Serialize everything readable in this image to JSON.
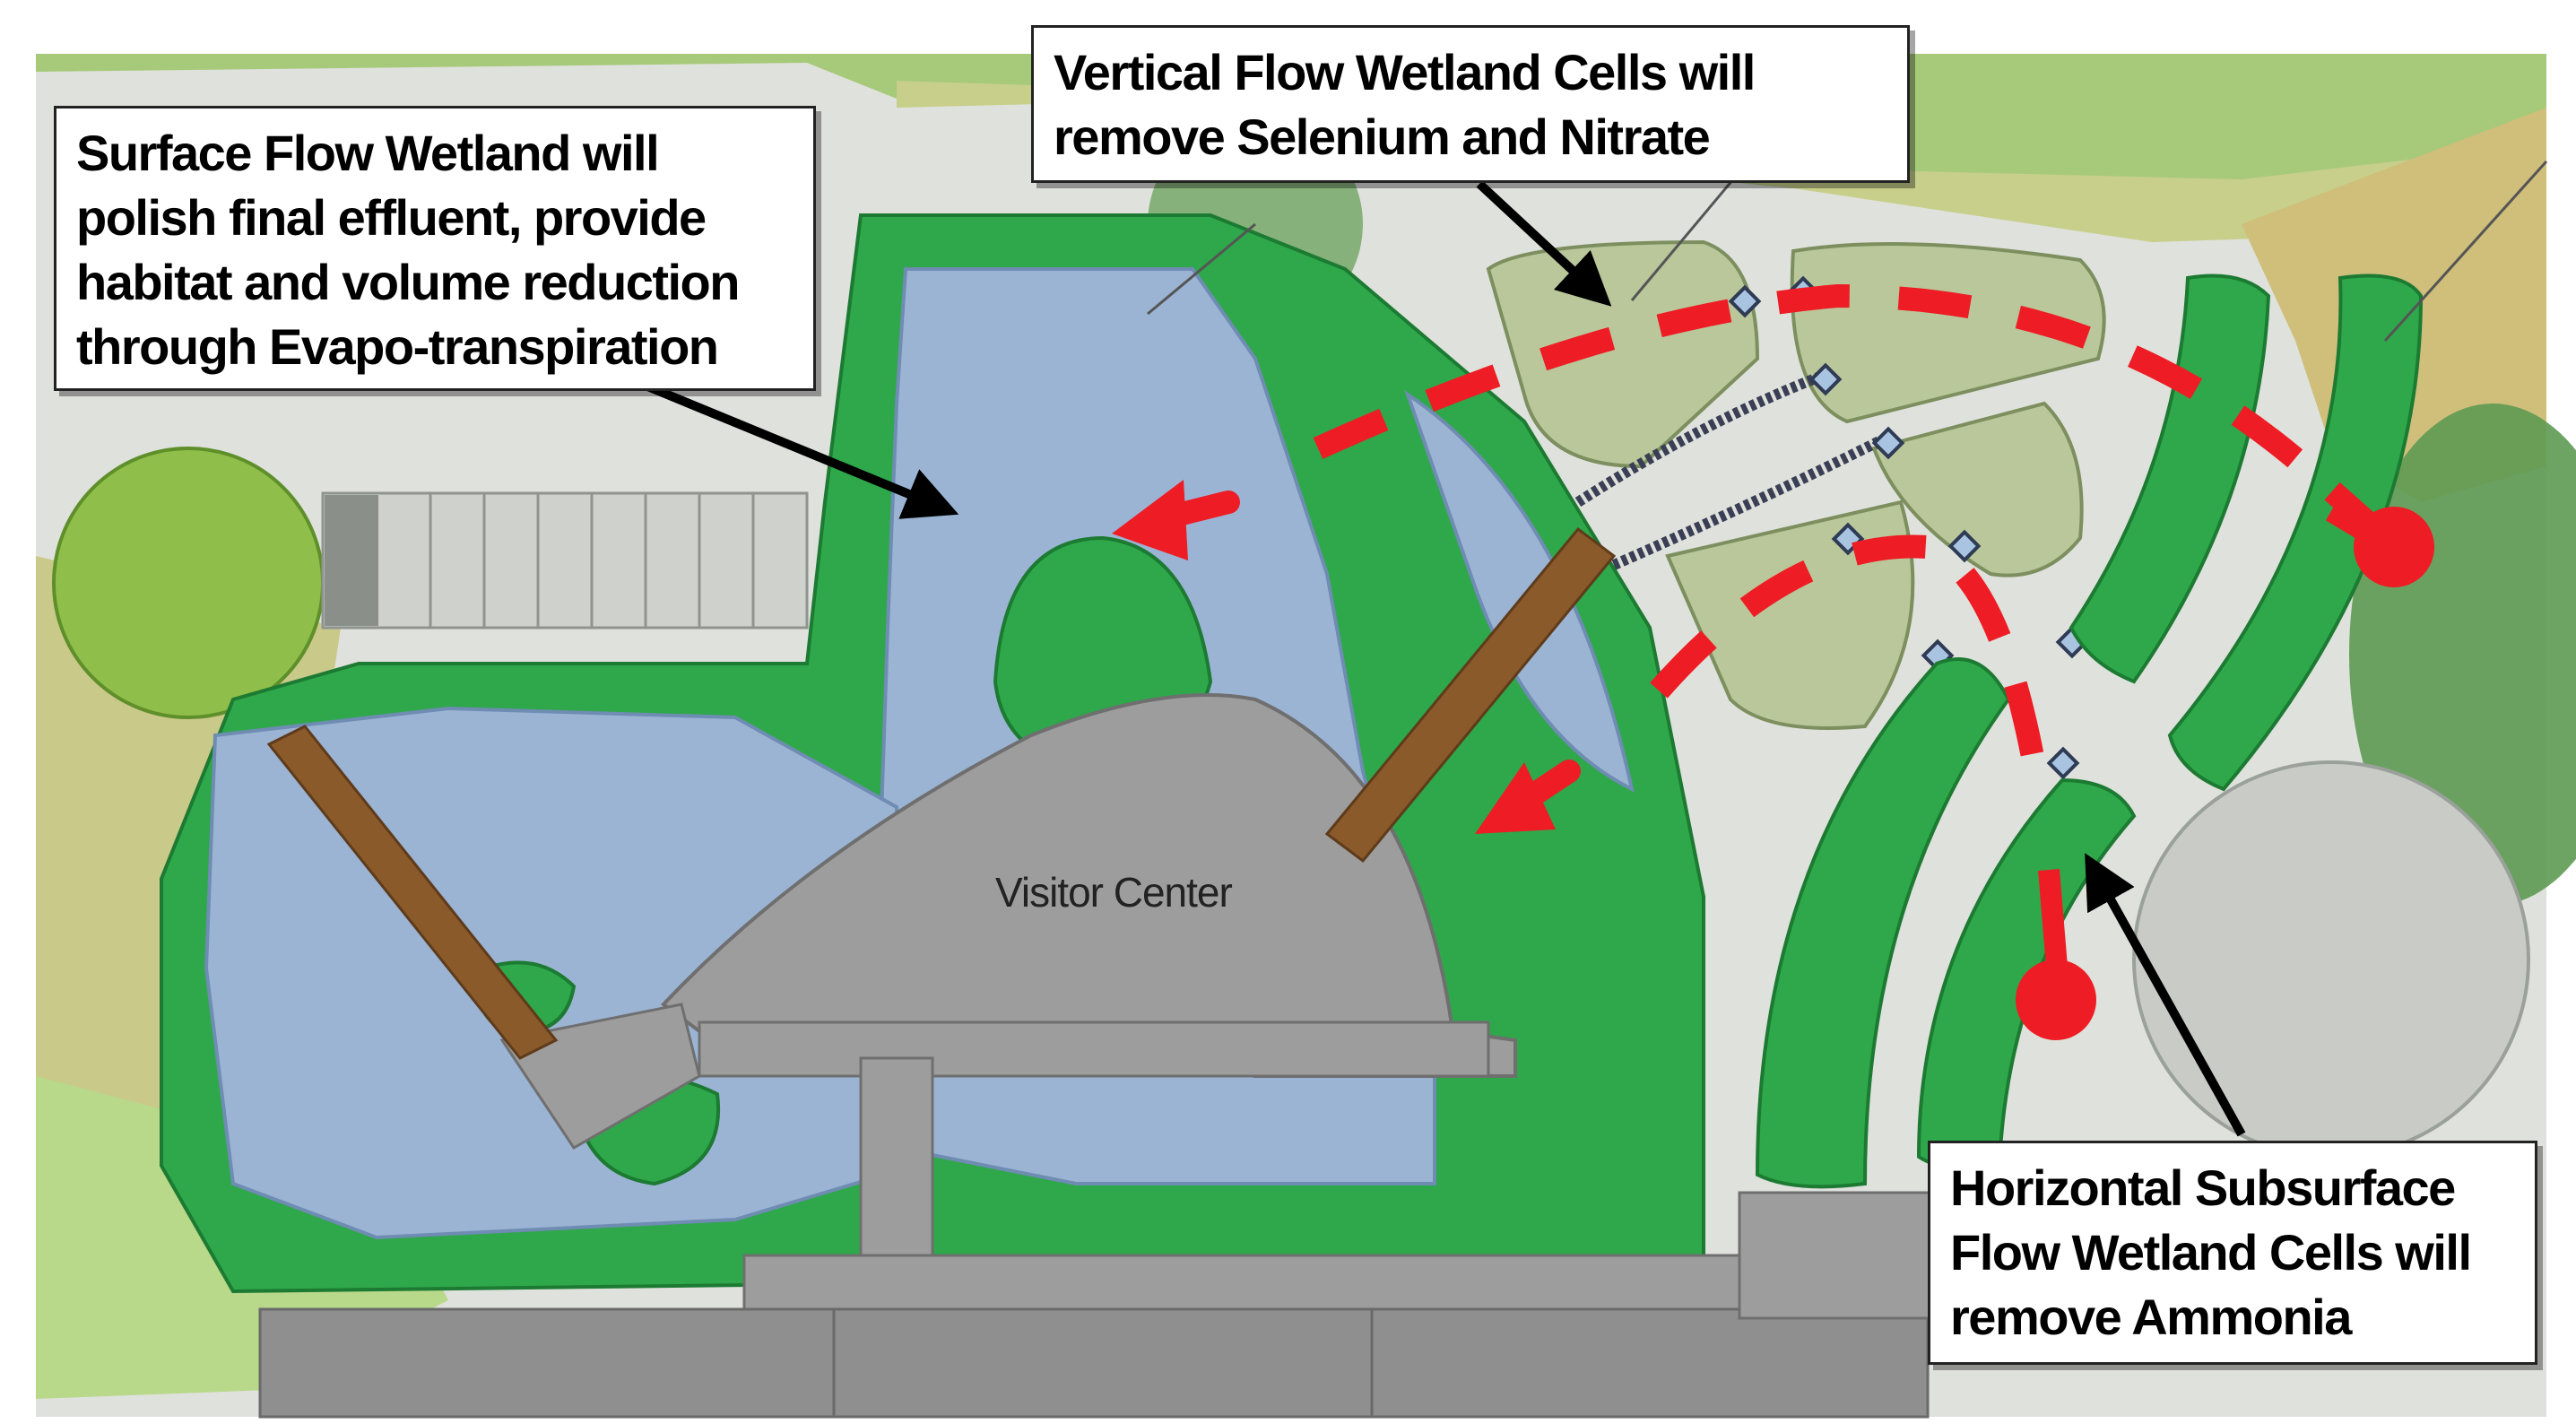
{
  "callouts": {
    "surface_flow": {
      "lines": [
        "Surface Flow Wetland will",
        "polish final effluent, provide",
        "habitat and volume reduction",
        "through Evapo-transpiration"
      ]
    },
    "vertical_flow": {
      "lines": [
        "Vertical Flow Wetland Cells will",
        "remove Selenium and Nitrate"
      ]
    },
    "horizontal_subsurface": {
      "lines": [
        "Horizontal Subsurface",
        "Flow Wetland Cells will",
        "remove Ammonia"
      ]
    }
  },
  "labels": {
    "visitor_center": "Visitor Center"
  },
  "colors": {
    "water": "#9bb4d4",
    "wetland_green": "#2ea84a",
    "vertical_cell": "#b9c79a",
    "building_gray": "#9d9d9d",
    "boardwalk_brown": "#8a5a2b",
    "flow_path_red": "#ee1c24",
    "background_green": "#a7c97a",
    "paving": "#dfe1dc"
  },
  "icons": {
    "flow_direction": "red-arrow",
    "pointer": "black-arrow",
    "flow_path": "red-dashed-line",
    "inflow_point": "red-dot"
  }
}
